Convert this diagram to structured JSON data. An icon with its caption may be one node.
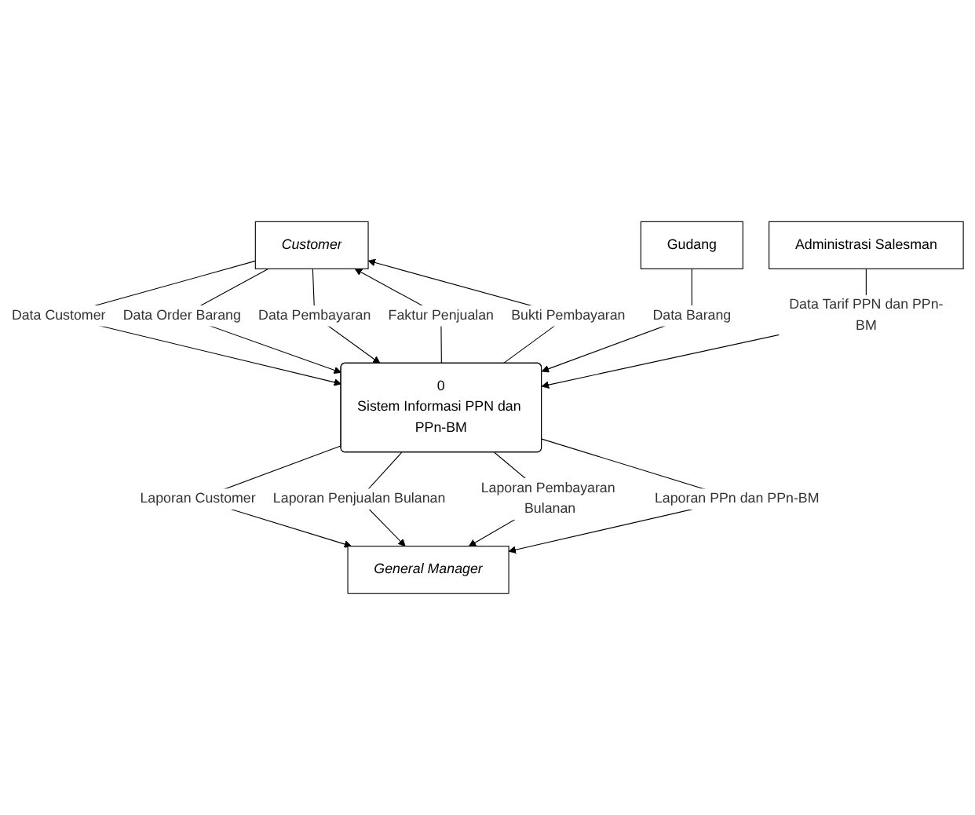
{
  "diagram": {
    "nodes": [
      {
        "text": [
          "Customer"
        ]
      },
      {
        "text": [
          "Gudang"
        ]
      },
      {
        "text": [
          "0",
          "Sistem Informasi PPN dan PPn-BM"
        ]
      },
      {
        "text": [
          "Administrasi Salesman"
        ]
      },
      {
        "text": [
          "General Manager"
        ]
      }
    ],
    "edges": [
      {
        "from": 0,
        "to": 2,
        "arrow": "to",
        "label": "Data Customer"
      },
      {
        "from": 0,
        "to": 2,
        "arrow": "to",
        "label": "Data Order Barang"
      },
      {
        "from": 2,
        "to": 0,
        "arrow": "to",
        "label": "Faktur Penjualan"
      },
      {
        "from": 0,
        "to": 2,
        "arrow": "to",
        "label": "Data Pembayaran"
      },
      {
        "from": 2,
        "to": 0,
        "arrow": "to",
        "label": "Bukti Pembayaran"
      },
      {
        "from": 1,
        "to": 2,
        "arrow": "to",
        "label": "Data Barang"
      },
      {
        "from": 3,
        "to": 2,
        "arrow": "to",
        "label": "Data Tarif PPN dan PPn-BM"
      },
      {
        "from": 2,
        "to": 4,
        "arrow": "to",
        "label": "Laporan Customer"
      },
      {
        "from": 2,
        "to": 4,
        "arrow": "to",
        "label": "Laporan Penjualan Bulanan"
      },
      {
        "from": 2,
        "to": 4,
        "arrow": "to",
        "label": "Laporan Pembayaran Bulanan"
      },
      {
        "from": 2,
        "to": 4,
        "arrow": "to",
        "label": "Laporan PPn dan PPn-BM"
      }
    ]
  }
}
